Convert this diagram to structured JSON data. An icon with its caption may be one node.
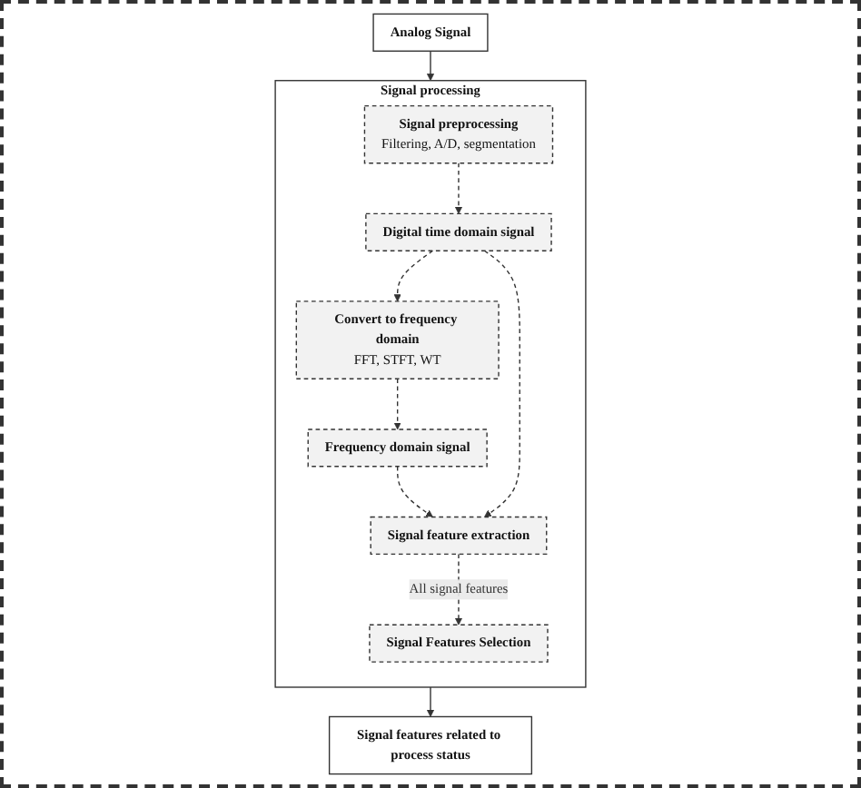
{
  "diagram": {
    "nodes": [
      {
        "text": [
          "Analog Signal"
        ]
      },
      {
        "text": [
          "Signal processing"
        ]
      },
      {
        "text": [
          "Signal preprocessing",
          "Filtering, A/D, segmentation"
        ],
        "in": 1
      },
      {
        "text": [
          "Convert to frequency domain",
          "FFT, STFT, WT"
        ],
        "in": 1
      },
      {
        "text": [
          "Digital time domain signal"
        ],
        "in": 1
      },
      {
        "text": [
          "Frequency domain signal"
        ],
        "in": 1
      },
      {
        "text": [
          "Signal feature extraction"
        ],
        "in": 1
      },
      {
        "text": [
          "Signal Features Selection"
        ],
        "in": 1
      },
      {
        "text": [
          "Signal features related to process status"
        ]
      }
    ],
    "edges": [
      {
        "from": 0,
        "to": 1,
        "arrow": "to"
      },
      {
        "from": 2,
        "to": 4,
        "arrow": "to",
        "style": "dashed"
      },
      {
        "from": 4,
        "to": 3,
        "arrow": "to",
        "style": "dashed"
      },
      {
        "from": 3,
        "to": 5,
        "arrow": "to",
        "style": "dashed"
      },
      {
        "from": 5,
        "to": 6,
        "arrow": "to",
        "style": "dashed"
      },
      {
        "from": 4,
        "to": 6,
        "arrow": "to",
        "style": "dashed"
      },
      {
        "from": 6,
        "to": 7,
        "label": "All signal features",
        "arrow": "to",
        "style": "dashed"
      },
      {
        "from": 1,
        "to": 8,
        "arrow": "to"
      }
    ]
  }
}
